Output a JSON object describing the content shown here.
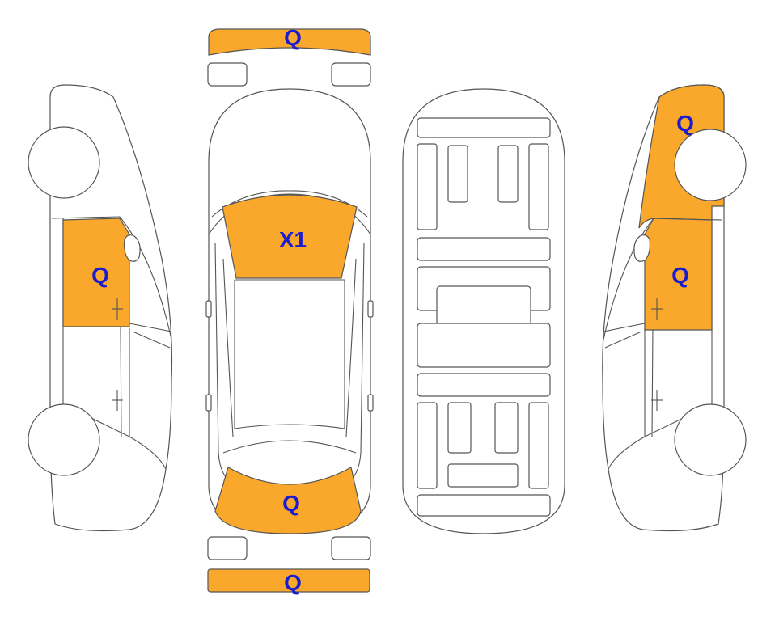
{
  "colors": {
    "damaged_fill": "#F9A82B",
    "outline": "#555555",
    "label": "#1C1CCF"
  },
  "marks": {
    "front_bumper": "Q",
    "side_left_door": "Q",
    "windshield": "X1",
    "rear_window": "Q",
    "side_right_rear": "Q",
    "side_right_door": "Q",
    "rear_bumper": "Q"
  }
}
